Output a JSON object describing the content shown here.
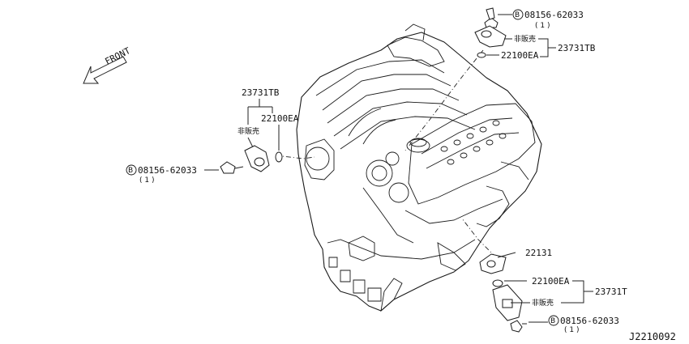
{
  "diagram": {
    "front_label": "FRONT",
    "diagram_id": "J2210092",
    "callouts": {
      "top_bolt": {
        "circle_letter": "B",
        "part_no": "08156-62033",
        "qty": "( 1 )"
      },
      "top_not_sold": "非販売",
      "top_o_ring": "22100EA",
      "top_assembly": "23731TB",
      "left_assembly": "23731TB",
      "left_o_ring": "22100EA",
      "left_not_sold": "非販売",
      "left_bolt": {
        "circle_letter": "B",
        "part_no": "08156-62033",
        "qty": "( 1 )"
      },
      "bottom_bracket": "22131",
      "bottom_o_ring": "22100EA",
      "bottom_not_sold": "非販売",
      "bottom_assembly": "23731T",
      "bottom_bolt": {
        "circle_letter": "B",
        "part_no": "08156-62033",
        "qty": "( 1 )"
      }
    }
  }
}
